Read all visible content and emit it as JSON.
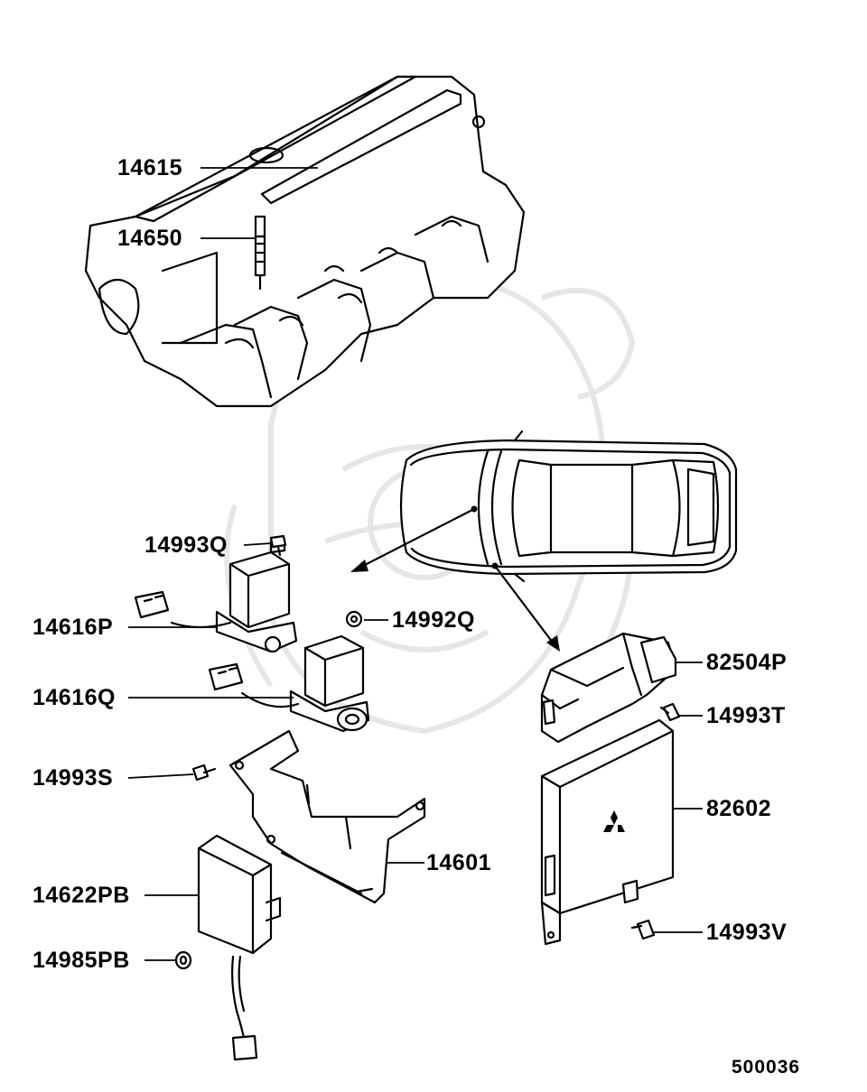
{
  "callouts": [
    {
      "id": "14615",
      "label": "14615"
    },
    {
      "id": "14650",
      "label": "14650"
    },
    {
      "id": "14993Q",
      "label": "14993Q"
    },
    {
      "id": "14616P",
      "label": "14616P"
    },
    {
      "id": "14992Q",
      "label": "14992Q"
    },
    {
      "id": "14616Q",
      "label": "14616Q"
    },
    {
      "id": "14993S",
      "label": "14993S"
    },
    {
      "id": "14601",
      "label": "14601"
    },
    {
      "id": "14622PB",
      "label": "14622PB"
    },
    {
      "id": "14985PB",
      "label": "14985PB"
    },
    {
      "id": "82504P",
      "label": "82504P"
    },
    {
      "id": "14993T",
      "label": "14993T"
    },
    {
      "id": "82602",
      "label": "82602"
    },
    {
      "id": "14993V",
      "label": "14993V"
    }
  ],
  "diagram_code": "500036",
  "watermark": "samurai-mask-watermark",
  "icons": [
    "mitsubishi-logo-icon"
  ]
}
